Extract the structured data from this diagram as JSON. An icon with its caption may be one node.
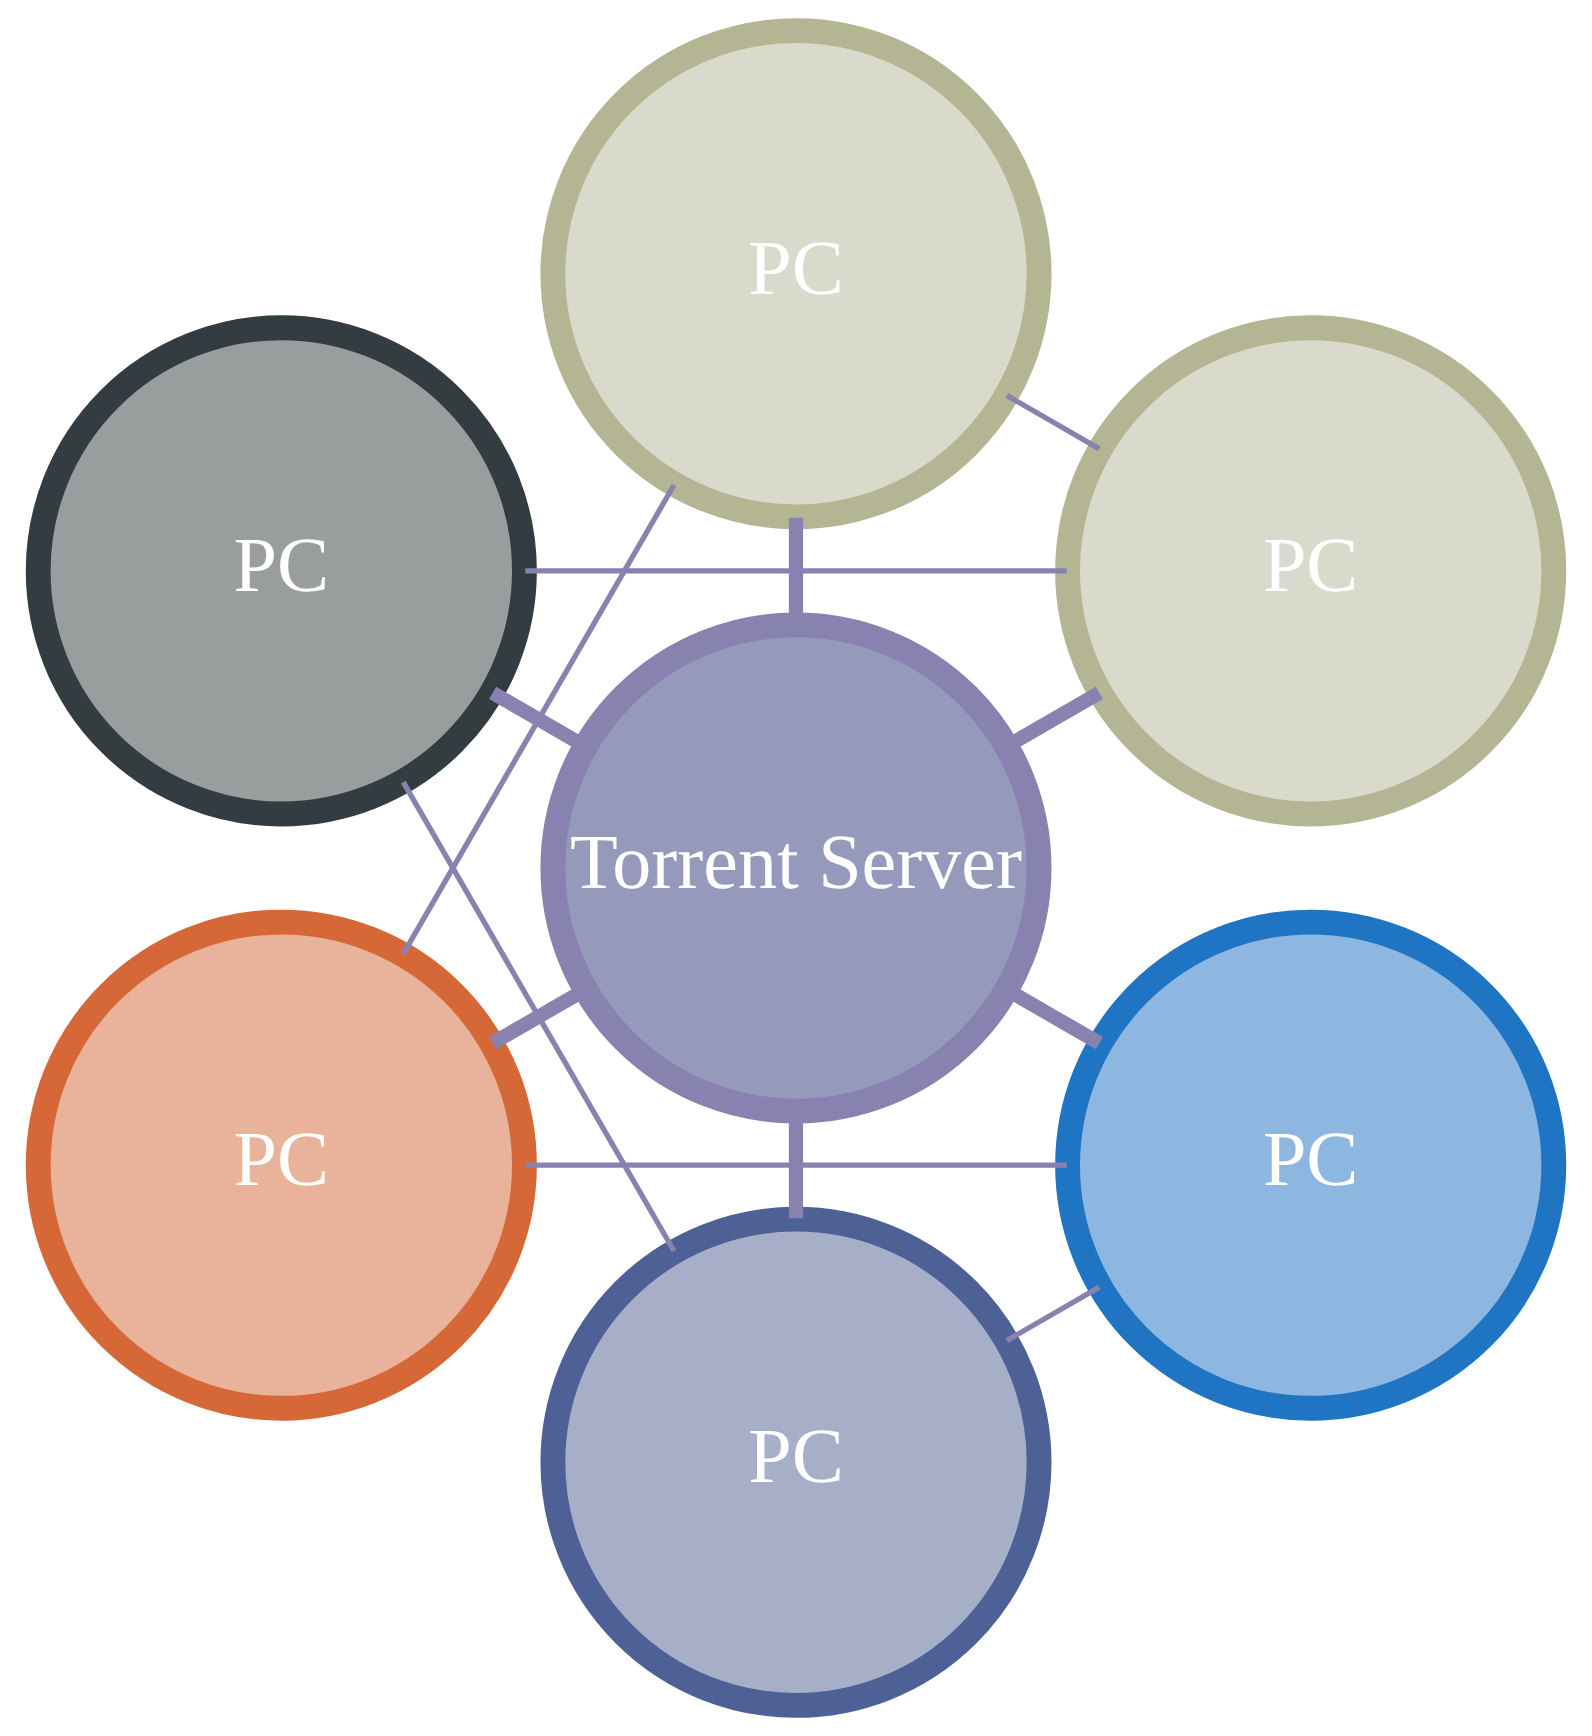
{
  "diagram": {
    "nodes": [
      {
        "text": [
          "PC"
        ]
      },
      {
        "text": [
          "PC"
        ]
      },
      {
        "text": [
          "PC"
        ]
      },
      {
        "text": [
          "Torrent Server"
        ]
      },
      {
        "text": [
          "PC"
        ]
      },
      {
        "text": [
          "PC"
        ]
      },
      {
        "text": [
          "PC"
        ]
      }
    ],
    "edges": [
      {
        "from": 3,
        "to": 0,
        "arrow": "none",
        "style": "thick"
      },
      {
        "from": 3,
        "to": 2,
        "arrow": "none",
        "style": "thick"
      },
      {
        "from": 3,
        "to": 5,
        "arrow": "none",
        "style": "thick"
      },
      {
        "from": 3,
        "to": 6,
        "arrow": "none",
        "style": "thick"
      },
      {
        "from": 3,
        "to": 4,
        "arrow": "none",
        "style": "thick"
      },
      {
        "from": 3,
        "to": 1,
        "arrow": "none",
        "style": "thick"
      },
      {
        "from": 1,
        "to": 0,
        "arrow": "none"
      },
      {
        "from": 0,
        "to": 2,
        "arrow": "none"
      },
      {
        "from": 2,
        "to": 5,
        "arrow": "none"
      },
      {
        "from": 5,
        "to": 6,
        "arrow": "none"
      },
      {
        "from": 6,
        "to": 4,
        "arrow": "none"
      },
      {
        "from": 4,
        "to": 1,
        "arrow": "none"
      }
    ]
  }
}
